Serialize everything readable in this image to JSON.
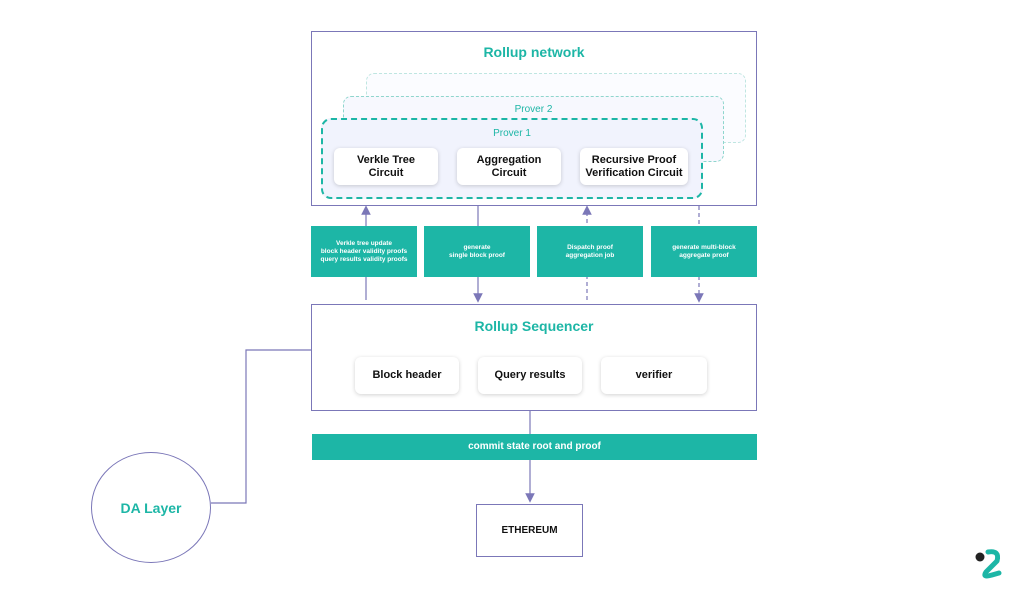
{
  "rollup_network": {
    "title": "Rollup network",
    "prover2_label": "Prover 2",
    "prover1_label": "Prover 1",
    "circuits": [
      "Verkle Tree\nCircuit",
      "Aggregation\nCircuit",
      "Recursive Proof\nVerification Circuit"
    ]
  },
  "steps": [
    "Verkle tree update\nblock header validity proofs\nquery results validity proofs",
    "generate\nsingle block proof",
    "Dispatch proof\naggregation job",
    "generate multi-block\naggregate proof"
  ],
  "sequencer": {
    "title": "Rollup Sequencer",
    "items": [
      "Block header",
      "Query results",
      "verifier"
    ]
  },
  "commit_label": "commit state root and proof",
  "ethereum_label": "ETHEREUM",
  "da_layer_label": "DA Layer",
  "colors": {
    "teal": "#1db6a6",
    "line": "#7b77b8"
  }
}
